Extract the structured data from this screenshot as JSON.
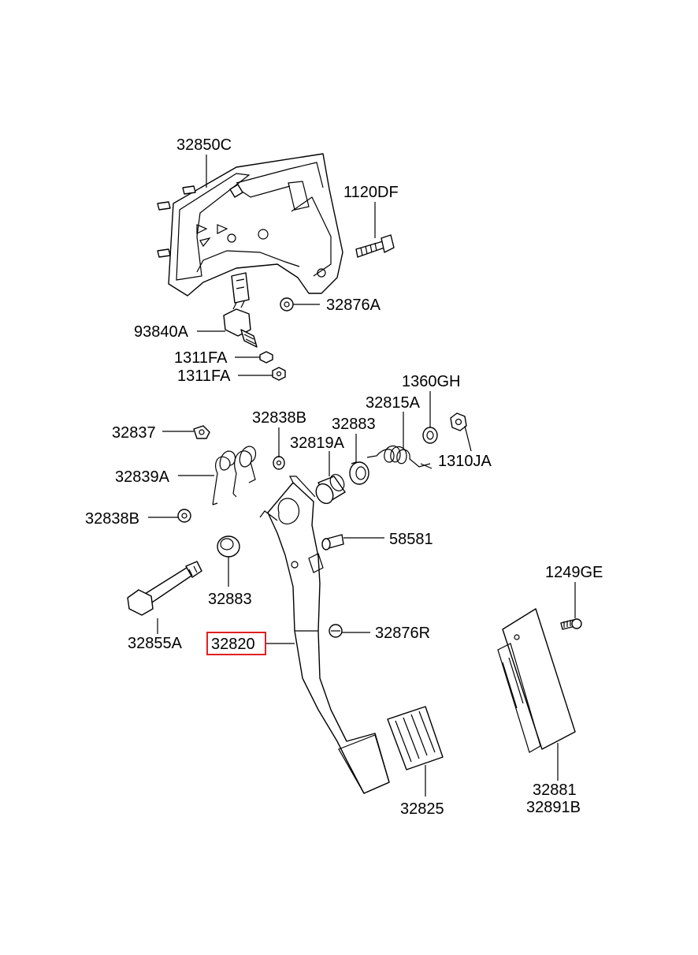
{
  "diagram": {
    "labels": {
      "l32850C": "32850C",
      "l1120DF": "1120DF",
      "l32876A": "32876A",
      "l93840A": "93840A",
      "l1311FA_1": "1311FA",
      "l1311FA_2": "1311FA",
      "l1360GH": "1360GH",
      "l32815A": "32815A",
      "l32838B_top": "32838B",
      "l32883_top": "32883",
      "l32819A": "32819A",
      "l1310JA": "1310JA",
      "l32837": "32837",
      "l32839A": "32839A",
      "l32838B_left": "32838B",
      "l58581": "58581",
      "l32883_bottom": "32883",
      "l32855A": "32855A",
      "l32820": "32820",
      "l32876R": "32876R",
      "l1249GE": "1249GE",
      "l32825": "32825",
      "l32881": "32881",
      "l32891B": "32891B"
    },
    "highlight_color": "#e02020"
  }
}
